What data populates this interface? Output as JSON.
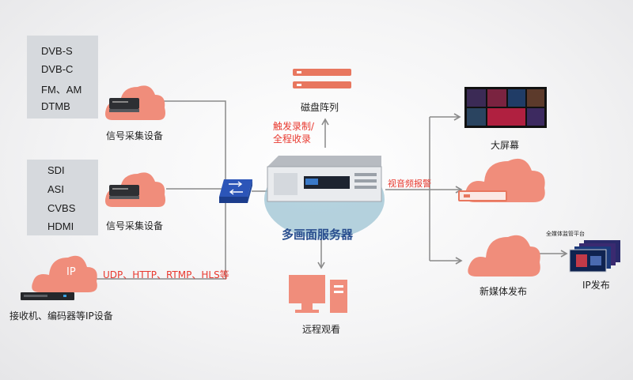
{
  "inputs": {
    "group1": [
      "DVB-S",
      "DVB-C",
      "FM、AM",
      "DTMB"
    ],
    "group1_label": "信号采集设备",
    "group2": [
      "SDI",
      "ASI",
      "CVBS",
      "HDMI"
    ],
    "group2_label": "信号采集设备",
    "ip_badge": "IP",
    "ip_protocols": "UDP、HTTP、RTMP、HLS等",
    "ip_label": "接收机、编码器等IP设备"
  },
  "center": {
    "server_label": "多画面服务器",
    "storage_label": "磁盘阵列",
    "record_line1": "触发录制/",
    "record_line2": "全程收录",
    "alarm_label": "视音频报警",
    "remote_label": "远程观看"
  },
  "outputs": {
    "bigscreen_label": "大屏幕",
    "newmedia_label": "新媒体发布",
    "ip_publish_label": "IP发布",
    "platform_caption": "全媒体监管平台"
  },
  "colors": {
    "cloud": "#f08d7b",
    "accent_red": "#e8392f",
    "box_gray": "#d6d9dd",
    "line_gray": "#8a8a8a",
    "server_halo": "#9cc3d3",
    "switch_blue": "#2c55b8"
  }
}
